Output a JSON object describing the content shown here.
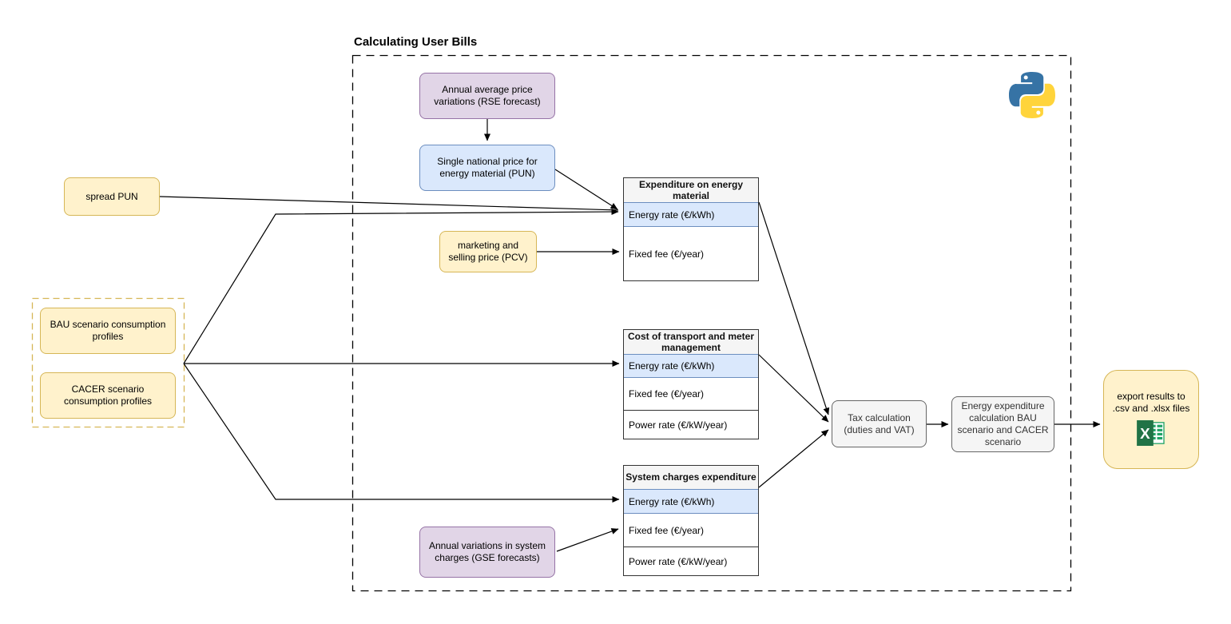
{
  "diagram_title": "Calculating User Bills",
  "nodes": {
    "rse": {
      "label": "Annual average price variations (RSE forecast)"
    },
    "pun": {
      "label": "Single national price for energy material (PUN)"
    },
    "spread_pun": {
      "label": "spread PUN"
    },
    "pcv": {
      "label": "marketing and selling price (PCV)"
    },
    "bau": {
      "label": "BAU scenario consumption profiles"
    },
    "cacer": {
      "label": "CACER scenario consumption profiles"
    },
    "gse": {
      "label": "Annual variations in system charges (GSE forecasts)"
    },
    "tax": {
      "label": "Tax calculation (duties and VAT)"
    },
    "energy_exp": {
      "label": "Energy expenditure calculation BAU scenario and CACER scenario"
    },
    "export": {
      "label": "export results to .csv and .xlsx files"
    }
  },
  "tables": [
    {
      "title": "Expenditure on energy material",
      "rows": [
        {
          "label": "Energy rate (€/kWh)",
          "highlighted": true
        },
        {
          "label": "Fixed fee (€/year)",
          "highlighted": false
        }
      ]
    },
    {
      "title": "Cost of transport and meter management",
      "rows": [
        {
          "label": "Energy rate (€/kWh)",
          "highlighted": true
        },
        {
          "label": "Fixed fee (€/year)",
          "highlighted": false
        },
        {
          "label": "Power rate (€/kW/year)",
          "highlighted": false
        }
      ]
    },
    {
      "title": "System charges expenditure",
      "rows": [
        {
          "label": "Energy rate (€/kWh)",
          "highlighted": true
        },
        {
          "label": "Fixed fee (€/year)",
          "highlighted": false
        },
        {
          "label": "Power rate (€/kW/year)",
          "highlighted": false
        }
      ]
    }
  ],
  "icons": {
    "python": "python-logo",
    "excel": "excel-icon"
  },
  "colors": {
    "yellow_fill": "#fff2cc",
    "yellow_stroke": "#d6b656",
    "purple_fill": "#e1d5e7",
    "purple_stroke": "#9673a6",
    "blue_fill": "#dae8fc",
    "blue_stroke": "#6c8ebf",
    "gray_fill": "#f5f5f5",
    "gray_stroke": "#666666",
    "highlight_row_fill": "#dae8fc",
    "python_blue": "#3673a5",
    "python_yellow": "#ffd43b",
    "excel_green": "#217346"
  },
  "edges": [
    {
      "from": "rse",
      "to": "pun"
    },
    {
      "from": "pun",
      "to": "table-expenditure-energy.energy-rate"
    },
    {
      "from": "spread_pun",
      "to": "table-expenditure-energy.energy-rate"
    },
    {
      "from": "consumption-profiles-group",
      "to": "table-expenditure-energy.energy-rate"
    },
    {
      "from": "consumption-profiles-group",
      "to": "table-transport-meter.energy-rate"
    },
    {
      "from": "consumption-profiles-group",
      "to": "table-system-charges.energy-rate"
    },
    {
      "from": "pcv",
      "to": "table-expenditure-energy.fixed-fee"
    },
    {
      "from": "gse",
      "to": "table-system-charges.fixed-fee"
    },
    {
      "from": "table-expenditure-energy",
      "to": "tax"
    },
    {
      "from": "table-transport-meter",
      "to": "tax"
    },
    {
      "from": "table-system-charges",
      "to": "tax"
    },
    {
      "from": "tax",
      "to": "energy_exp"
    },
    {
      "from": "energy_exp",
      "to": "export"
    }
  ]
}
